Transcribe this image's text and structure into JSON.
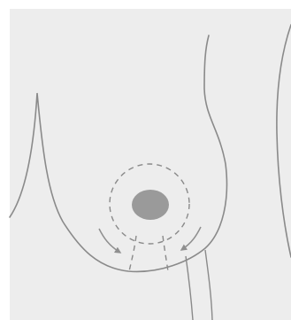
{
  "colors": {
    "page_background": "#ffffff",
    "panel_background": "#ededed",
    "outline_stroke": "#8a8a8a",
    "nipple_fill": "#9a9a9a",
    "arrow_fill": "#8f8f8f"
  },
  "figure": {
    "icons": [
      "breast-outline",
      "areola-marker-circle",
      "nipple-marker",
      "incision-lines",
      "tissue-movement-arrows"
    ]
  }
}
